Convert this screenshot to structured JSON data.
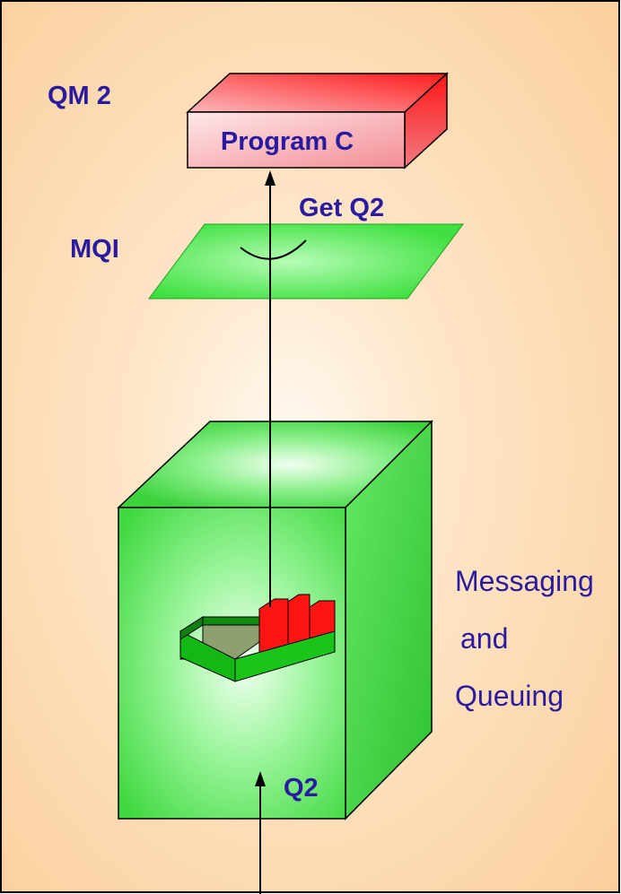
{
  "diagram": {
    "queue_manager_label": "QM 2",
    "program_label": "Program C",
    "mqi_label": "MQI",
    "get_call_label": "Get Q2",
    "queue_label": "Q2",
    "description_lines": [
      "Messaging",
      "and",
      "Queuing"
    ]
  },
  "colors": {
    "background_outer": "#fbd5a8",
    "background_center": "#fff9f0",
    "label_text": "#2a1aa0",
    "program_box": "#f4a0a6",
    "mqi_plane": "#5ee85e",
    "queue_cube": "#4fdd4f",
    "tray_green": "#19b019",
    "tray_red": "#ff1414"
  }
}
